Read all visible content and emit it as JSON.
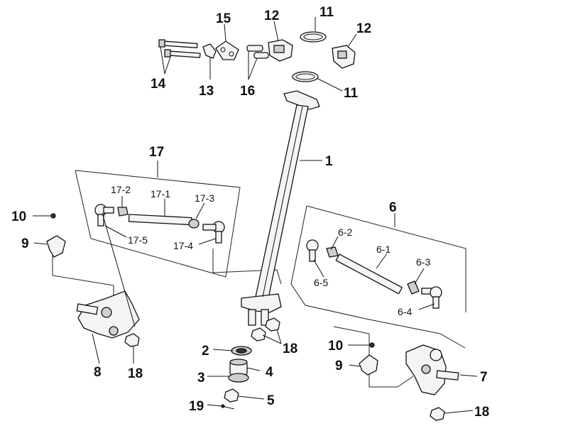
{
  "labels": {
    "l1": "1",
    "l2": "2",
    "l3": "3",
    "l4": "4",
    "l5": "5",
    "l6": "6",
    "l6_1": "6-1",
    "l6_2": "6-2",
    "l6_3": "6-3",
    "l6_4": "6-4",
    "l6_5": "6-5",
    "l7": "7",
    "l8": "8",
    "l9a": "9",
    "l9b": "9",
    "l10a": "10",
    "l10b": "10",
    "l11a": "11",
    "l11b": "11",
    "l12a": "12",
    "l12b": "12",
    "l13": "13",
    "l14": "14",
    "l15": "15",
    "l16": "16",
    "l17": "17",
    "l17_1": "17-1",
    "l17_2": "17-2",
    "l17_3": "17-3",
    "l17_4": "17-4",
    "l17_5": "17-5",
    "l18a": "18",
    "l18b": "18",
    "l18c": "18",
    "l19": "19"
  }
}
